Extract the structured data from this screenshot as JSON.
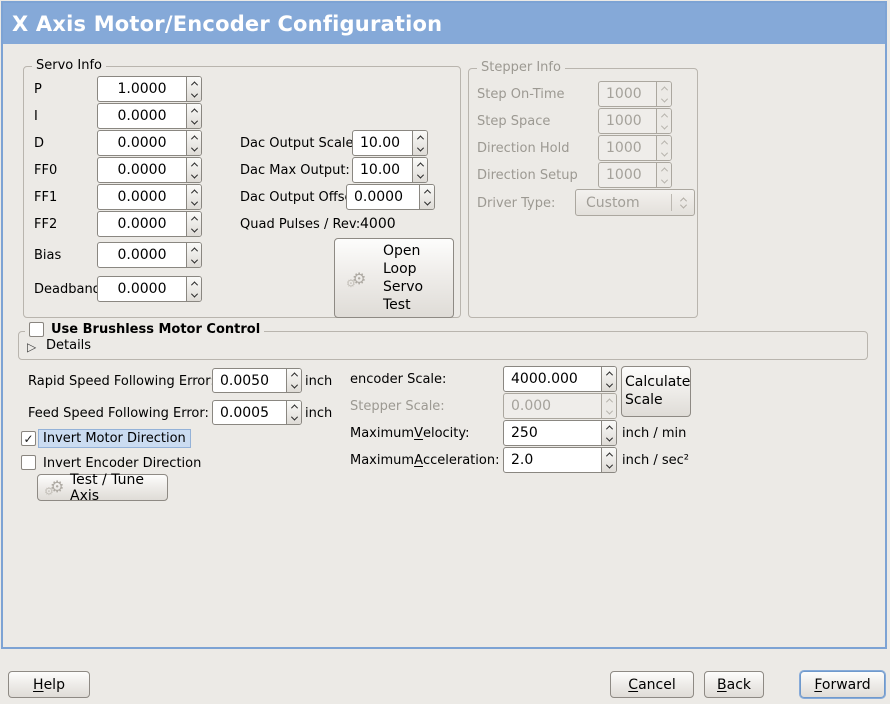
{
  "icons": {
    "expander": "▷",
    "gear": "⚙",
    "check": "✓"
  },
  "window": {
    "title": "X Axis Motor/Encoder Configuration"
  },
  "servo_info": {
    "legend": "Servo Info",
    "rows": [
      {
        "label": "P",
        "value": "1.0000"
      },
      {
        "label": "I",
        "value": "0.0000"
      },
      {
        "label": "D",
        "value": "0.0000"
      },
      {
        "label": "FF0",
        "value": "0.0000"
      },
      {
        "label": "FF1",
        "value": "0.0000"
      },
      {
        "label": "FF2",
        "value": "0.0000"
      },
      {
        "label": "Bias",
        "value": "0.0000"
      },
      {
        "label": "Deadband",
        "value": "0.0000"
      }
    ]
  },
  "dac": {
    "scale_label": "Dac Output Scale:",
    "scale_value": "10.00",
    "max_label": "Dac Max Output:",
    "max_value": "10.00",
    "offset_label": "Dac Output Offset:",
    "offset_value": "0.0000",
    "quad_label": "Quad Pulses / Rev:",
    "quad_value": "4000",
    "open_loop_button_label": "Open Loop Servo Test"
  },
  "stepper_info": {
    "legend": "Stepper Info",
    "rows": [
      {
        "label": "Step On-Time",
        "value": "1000"
      },
      {
        "label": "Step Space",
        "value": "1000"
      },
      {
        "label": "Direction Hold",
        "value": "1000"
      },
      {
        "label": "Direction Setup",
        "value": "1000"
      }
    ],
    "driver_type_label": "Driver Type:",
    "driver_type_value": "Custom"
  },
  "brushless": {
    "checkbox_label": "Use Brushless Motor Control",
    "details_label": "Details"
  },
  "following_error": {
    "rapid_label": "Rapid Speed Following Error:",
    "rapid_value": "0.0050",
    "rapid_unit": "inch",
    "feed_label": "Feed Speed Following Error:",
    "feed_value": "0.0005",
    "feed_unit": "inch"
  },
  "scales": {
    "encoder_label": "encoder Scale:",
    "encoder_value": "4000.000",
    "calculate_button_label": "Calculate Scale",
    "stepper_label": "Stepper Scale:",
    "stepper_value": "0.000",
    "velocity_label": {
      "pre": "Maximum ",
      "key": "V",
      "post": "elocity:"
    },
    "velocity_value": "250",
    "velocity_unit": "inch / min",
    "accel_label": {
      "pre": "Maximum ",
      "key": "A",
      "post": "cceleration:"
    },
    "accel_value": "2.0",
    "accel_unit": "inch / sec²"
  },
  "direction": {
    "invert_motor_label": "Invert Motor Direction",
    "invert_encoder_label": "Invert Encoder Direction",
    "test_tune_button_label": "Test / Tune Axis"
  },
  "footer": {
    "help": {
      "key": "H",
      "post": "elp"
    },
    "cancel": {
      "key": "C",
      "post": "ancel"
    },
    "back": {
      "key": "B",
      "post": "ack"
    },
    "forward": {
      "key": "F",
      "post": "orward"
    }
  }
}
